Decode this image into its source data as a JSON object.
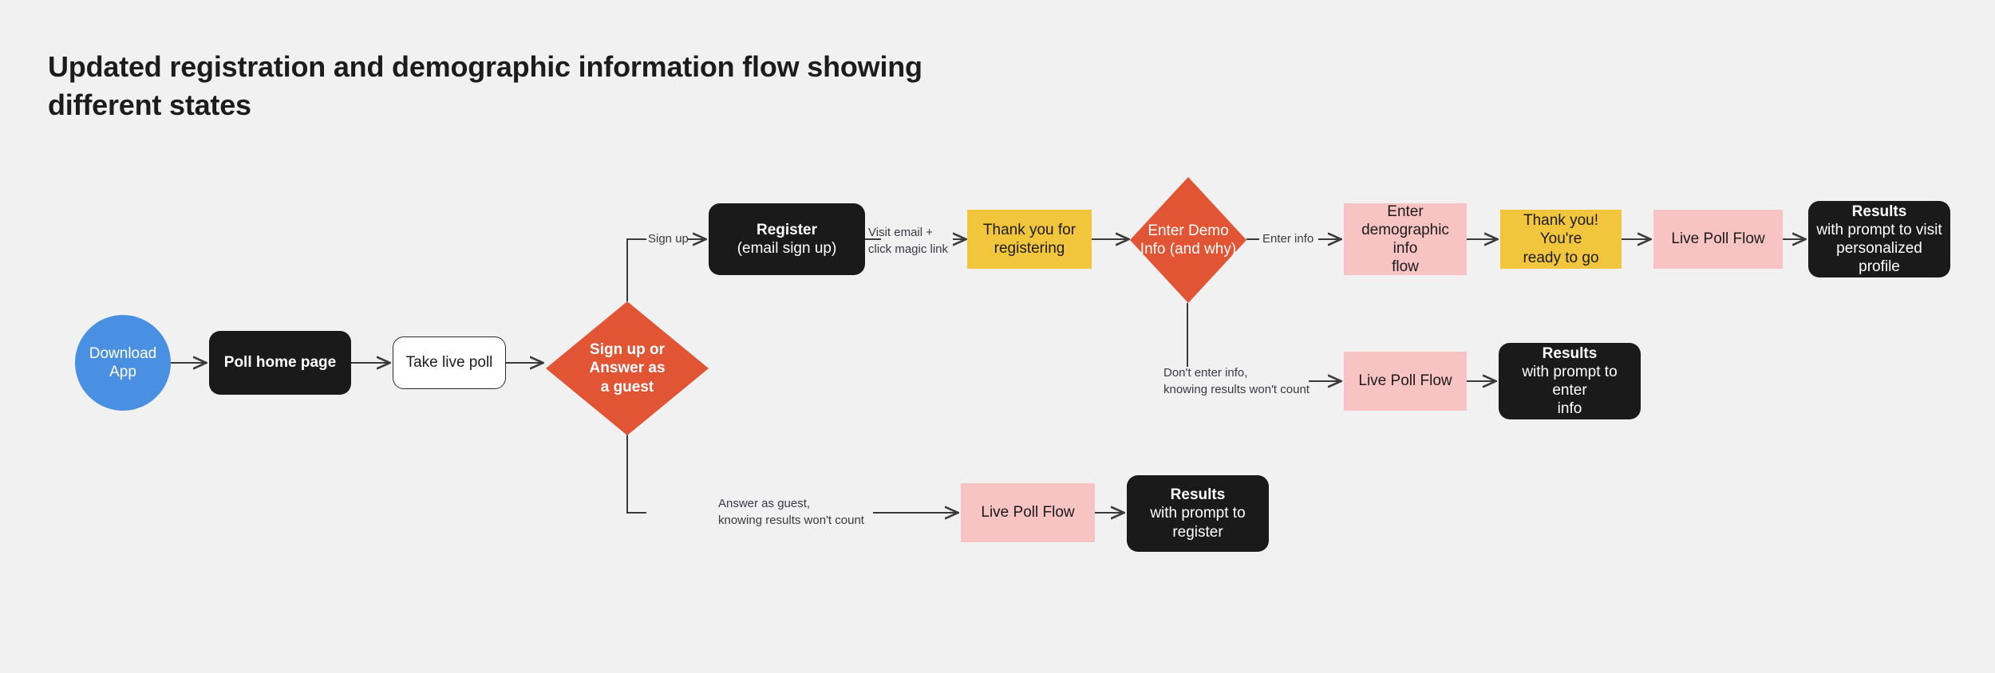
{
  "page": {
    "title": "Updated registration and demographic information flow showing different states",
    "background_color": "#F1F1F1"
  },
  "colors": {
    "blue": "#4A90E2",
    "dark": "#1A1A1A",
    "white": "#FFFFFF",
    "yellow": "#F2C63C",
    "pink": "#F7C3C3",
    "orange": "#E15434",
    "line": "#3A3A3A",
    "label_text": "#3A3A44"
  },
  "chart_data": {
    "type": "flowchart",
    "title": "Updated registration and demographic information flow showing different states",
    "nodes": [
      {
        "id": "download-app",
        "label": "Download\nApp",
        "shape": "ellipse",
        "color": "#4A90E2",
        "text_color": "#FFFFFF"
      },
      {
        "id": "poll-home-page",
        "label": "Poll home page",
        "shape": "rounded",
        "color": "#1A1A1A",
        "text_color": "#FFFFFF"
      },
      {
        "id": "take-live-poll",
        "label": "Take live poll",
        "shape": "rounded",
        "color": "#FFFFFF",
        "text_color": "#1C1C1C"
      },
      {
        "id": "signup-or-guest",
        "label": "Sign up or Answer as a guest",
        "shape": "diamond",
        "color": "#E15434",
        "text_color": "#FFFFFF"
      },
      {
        "id": "register",
        "label": "Register (email sign up)",
        "shape": "rounded",
        "color": "#1A1A1A",
        "text_color": "#FFFFFF"
      },
      {
        "id": "thank-you-register",
        "label": "Thank you for registering",
        "shape": "rect",
        "color": "#F2C63C",
        "text_color": "#1C1C1C"
      },
      {
        "id": "enter-demo-info",
        "label": "Enter Demo Info (and why)",
        "shape": "diamond",
        "color": "#E15434",
        "text_color": "#FFFFFF"
      },
      {
        "id": "demographic-flow",
        "label": "Enter demographic info flow",
        "shape": "rect",
        "color": "#F7C3C3",
        "text_color": "#1C1C1C"
      },
      {
        "id": "ready-to-go",
        "label": "Thank you! You're ready to go",
        "shape": "rect",
        "color": "#F2C63C",
        "text_color": "#1C1C1C"
      },
      {
        "id": "live-poll-flow-top",
        "label": "Live Poll Flow",
        "shape": "rect",
        "color": "#F7C3C3",
        "text_color": "#1C1C1C"
      },
      {
        "id": "results-profile",
        "label": "Results with prompt to visit personalized profile",
        "shape": "rounded",
        "color": "#1A1A1A",
        "text_color": "#FFFFFF"
      },
      {
        "id": "live-poll-flow-mid",
        "label": "Live Poll Flow",
        "shape": "rect",
        "color": "#F7C3C3",
        "text_color": "#1C1C1C"
      },
      {
        "id": "results-enter-info",
        "label": "Results with prompt to enter info",
        "shape": "rounded",
        "color": "#1A1A1A",
        "text_color": "#FFFFFF"
      },
      {
        "id": "live-poll-flow-bot",
        "label": "Live Poll Flow",
        "shape": "rect",
        "color": "#F7C3C3",
        "text_color": "#1C1C1C"
      },
      {
        "id": "results-register",
        "label": "Results with prompt to register",
        "shape": "rounded",
        "color": "#1A1A1A",
        "text_color": "#FFFFFF"
      }
    ],
    "edges": [
      {
        "from": "download-app",
        "to": "poll-home-page",
        "label": ""
      },
      {
        "from": "poll-home-page",
        "to": "take-live-poll",
        "label": ""
      },
      {
        "from": "take-live-poll",
        "to": "signup-or-guest",
        "label": ""
      },
      {
        "from": "signup-or-guest",
        "to": "register",
        "label": "Sign up"
      },
      {
        "from": "register",
        "to": "thank-you-register",
        "label": "Visit email +\nclick magic link"
      },
      {
        "from": "thank-you-register",
        "to": "enter-demo-info",
        "label": ""
      },
      {
        "from": "enter-demo-info",
        "to": "demographic-flow",
        "label": "Enter info"
      },
      {
        "from": "demographic-flow",
        "to": "ready-to-go",
        "label": ""
      },
      {
        "from": "ready-to-go",
        "to": "live-poll-flow-top",
        "label": ""
      },
      {
        "from": "live-poll-flow-top",
        "to": "results-profile",
        "label": ""
      },
      {
        "from": "enter-demo-info",
        "to": "live-poll-flow-mid",
        "label": "Don't enter info,\nknowing results won't count"
      },
      {
        "from": "live-poll-flow-mid",
        "to": "results-enter-info",
        "label": ""
      },
      {
        "from": "signup-or-guest",
        "to": "live-poll-flow-bot",
        "label": "Answer as guest,\nknowing results won't count"
      },
      {
        "from": "live-poll-flow-bot",
        "to": "results-register",
        "label": ""
      }
    ]
  },
  "nodes": {
    "download_app": {
      "line1": "Download",
      "line2": "App"
    },
    "poll_home_page": {
      "label": "Poll home page"
    },
    "take_live_poll": {
      "label": "Take live poll"
    },
    "signup_or_guest": {
      "line1": "Sign up or",
      "line2": "Answer as",
      "line3": "a guest"
    },
    "register": {
      "line1": "Register",
      "line2": "(email sign up)"
    },
    "thank_you_register": {
      "line1": "Thank you for",
      "line2": "registering"
    },
    "enter_demo_info": {
      "line1": "Enter Demo",
      "line2": "Info (and why)"
    },
    "demographic_flow": {
      "line1": "Enter",
      "line2": "demographic info",
      "line3": "flow"
    },
    "ready_to_go": {
      "line1": "Thank you! You're",
      "line2": "ready to go"
    },
    "live_poll_flow_top": {
      "label": "Live Poll Flow"
    },
    "results_profile": {
      "line1": "Results",
      "line2": "with prompt to visit",
      "line3": "personalized profile"
    },
    "live_poll_flow_mid": {
      "label": "Live Poll Flow"
    },
    "results_enter_info": {
      "line1": "Results",
      "line2": "with prompt to enter",
      "line3": "info"
    },
    "live_poll_flow_bot": {
      "label": "Live Poll Flow"
    },
    "results_register": {
      "line1": "Results",
      "line2": "with prompt to",
      "line3": "register"
    }
  },
  "edge_labels": {
    "sign_up": "Sign up",
    "visit_email": "Visit email +\nclick magic link",
    "enter_info": "Enter info",
    "dont_enter_info": "Don't enter info,\nknowing results won't count",
    "answer_as_guest": "Answer as guest,\nknowing results won't count"
  }
}
